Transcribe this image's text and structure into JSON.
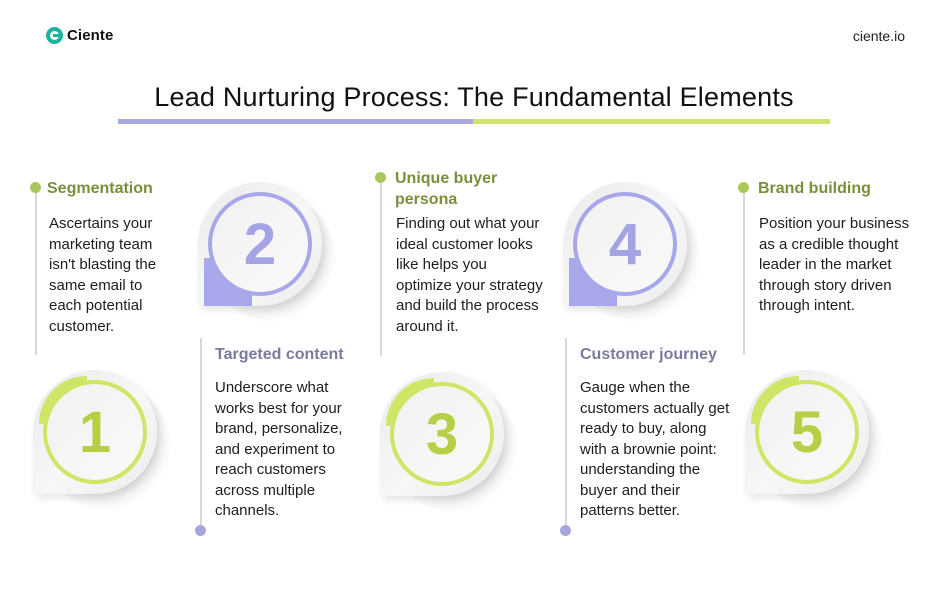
{
  "header": {
    "logo_text": "Ciente",
    "site": "ciente.io",
    "title": "Lead Nurturing Process: The Fundamental Elements"
  },
  "colors": {
    "green_accent": "#cde665",
    "purple_accent": "#a7a7ea",
    "green_heading": "#7a8f3c",
    "purple_heading": "#7a7a9e",
    "logo_teal": "#1db39a"
  },
  "steps": [
    {
      "number": "1",
      "heading": "Segmentation",
      "description": "Ascertains your marketing team isn't blasting the same email to each potential customer.",
      "color": "green"
    },
    {
      "number": "2",
      "heading": "Targeted content",
      "description": "Underscore what works best for your brand, personalize, and experiment to reach customers across multiple channels.",
      "color": "purple"
    },
    {
      "number": "3",
      "heading": "Unique buyer persona",
      "description": "Finding out what your ideal customer looks like helps you optimize your strategy and build the process around it.",
      "color": "green"
    },
    {
      "number": "4",
      "heading": "Customer journey",
      "description": "Gauge when the customers actually get ready to buy, along with a brownie point: understanding the buyer and their patterns better.",
      "color": "purple"
    },
    {
      "number": "5",
      "heading": "Brand building",
      "description": "Position your business as a credible thought leader in the market through story driven through intent.",
      "color": "green"
    }
  ]
}
